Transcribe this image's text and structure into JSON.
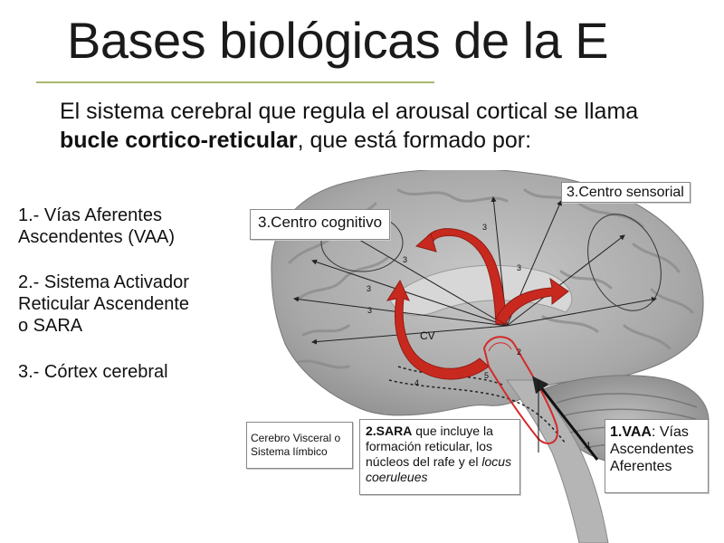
{
  "slide": {
    "title": "Bases biológicas de la E",
    "intro": {
      "part1": "El sistema cerebral que regula el arousal cortical se llama ",
      "bold": "bucle cortico-reticular",
      "part2": ", que está formado por:"
    },
    "list": [
      "1.- Vías Aferentes\nAscendentes (VAA)",
      "2.- Sistema Activador\nReticular Ascendente\no SARA",
      "3.- Córtex cerebral"
    ]
  },
  "diagram": {
    "callouts": {
      "sensorial": "3.Centro sensorial",
      "cognitivo": "3.Centro cognitivo",
      "limbico": "Cerebro Visceral o Sistema límbico",
      "sara_bold": "2.SARA",
      "sara_rest": " que incluye la formación reticular, los núcleos del rafe y el ",
      "sara_italic": "locus coeruleues",
      "vaa_bold": "1.VAA",
      "vaa_rest": ": Vías Ascendentes Aferentes"
    },
    "labels": {
      "cv": "CV",
      "n3a": "3",
      "n3b": "3",
      "n3c": "3",
      "n3d": "3",
      "n3e": "3",
      "n2": "2",
      "n5": "5",
      "n4": "4",
      "n1": "1"
    },
    "colors": {
      "arrow_red": "#c8291f",
      "sara_outline": "#d42a2a",
      "brain_gray": "#a9a9a9"
    }
  }
}
